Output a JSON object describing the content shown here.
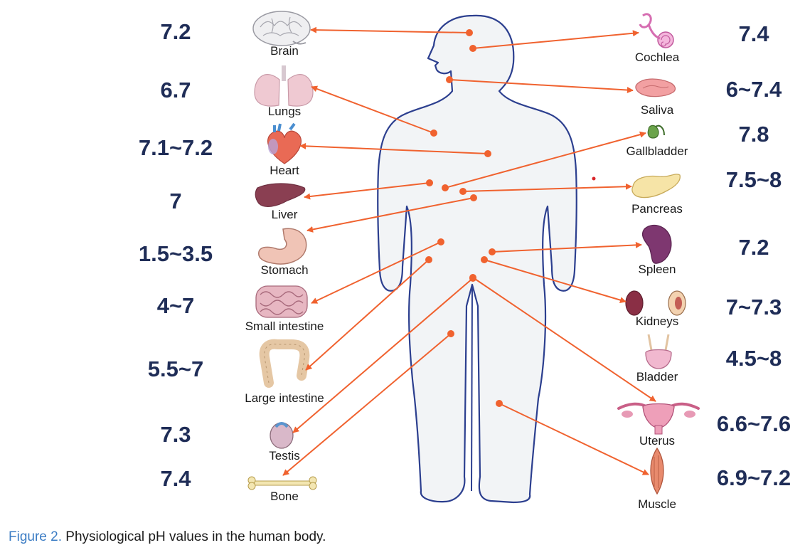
{
  "caption": {
    "label": "Figure 2.",
    "text": "Physiological pH values in the human body."
  },
  "colors": {
    "ph_text": "#1f2d57",
    "arrow": "#f0622f",
    "body_fill": "#f2f4f6",
    "body_outline": "#2c3f8f",
    "caption_label": "#3b7cc4"
  },
  "organs": [
    {
      "id": "brain",
      "label": "Brain",
      "ph": "7.2",
      "icon": "brain-icon"
    },
    {
      "id": "lungs",
      "label": "Lungs",
      "ph": "6.7",
      "icon": "lungs-icon"
    },
    {
      "id": "heart",
      "label": "Heart",
      "ph": "7.1~7.2",
      "icon": "heart-icon"
    },
    {
      "id": "liver",
      "label": "Liver",
      "ph": "7",
      "icon": "liver-icon"
    },
    {
      "id": "stomach",
      "label": "Stomach",
      "ph": "1.5~3.5",
      "icon": "stomach-icon"
    },
    {
      "id": "small-intestine",
      "label": "Small intestine",
      "ph": "4~7",
      "icon": "small-intestine-icon"
    },
    {
      "id": "large-intestine",
      "label": "Large intestine",
      "ph": "5.5~7",
      "icon": "large-intestine-icon"
    },
    {
      "id": "testis",
      "label": "Testis",
      "ph": "7.3",
      "icon": "testis-icon"
    },
    {
      "id": "bone",
      "label": "Bone",
      "ph": "7.4",
      "icon": "bone-icon"
    },
    {
      "id": "cochlea",
      "label": "Cochlea",
      "ph": "7.4",
      "icon": "cochlea-icon"
    },
    {
      "id": "saliva",
      "label": "Saliva",
      "ph": "6~7.4",
      "icon": "saliva-gland-icon"
    },
    {
      "id": "gallbladder",
      "label": "Gallbladder",
      "ph": "7.8",
      "icon": "gallbladder-icon"
    },
    {
      "id": "pancreas",
      "label": "Pancreas",
      "ph": "7.5~8",
      "icon": "pancreas-icon"
    },
    {
      "id": "spleen",
      "label": "Spleen",
      "ph": "7.2",
      "icon": "spleen-icon"
    },
    {
      "id": "kidneys",
      "label": "Kidneys",
      "ph": "7~7.3",
      "icon": "kidneys-icon"
    },
    {
      "id": "bladder",
      "label": "Bladder",
      "ph": "4.5~8",
      "icon": "bladder-icon"
    },
    {
      "id": "uterus",
      "label": "Uterus",
      "ph": "6.6~7.6",
      "icon": "uterus-icon"
    },
    {
      "id": "muscle",
      "label": "Muscle",
      "ph": "6.9~7.2",
      "icon": "muscle-icon"
    }
  ]
}
